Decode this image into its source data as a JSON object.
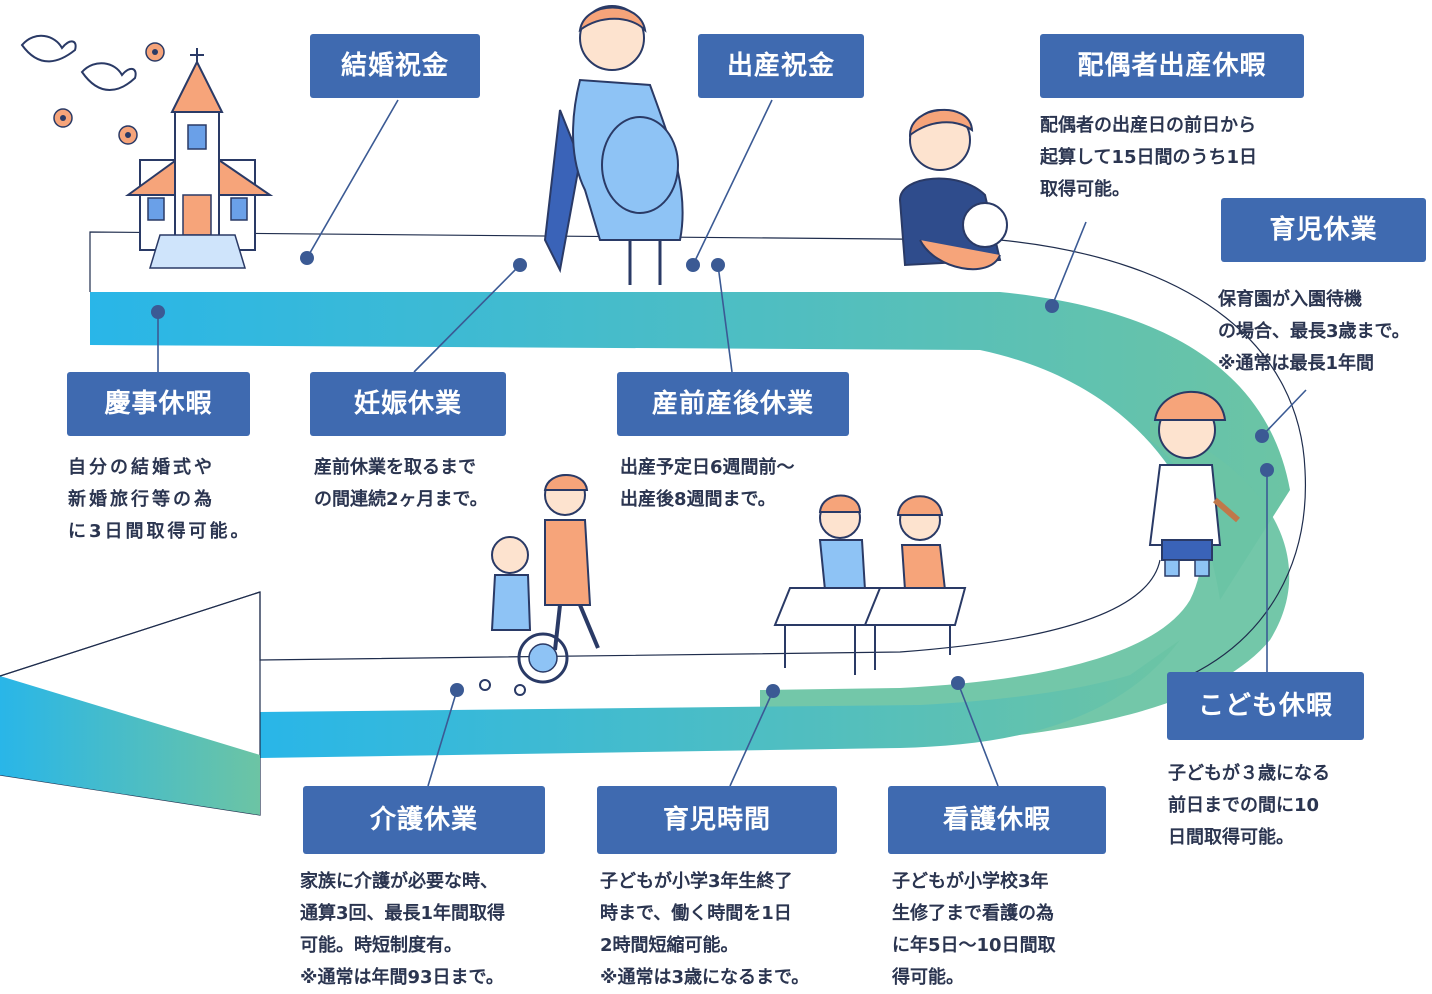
{
  "items": {
    "keiji": {
      "title": "慶事休暇",
      "lines": [
        "自分の結婚式や",
        "新婚旅行等の為",
        "に3日間取得可能。"
      ]
    },
    "kekkon": {
      "title": "結婚祝金"
    },
    "ninshin": {
      "title": "妊娠休業",
      "lines": [
        "産前休業を取るまで",
        "の間連続2ヶ月まで。"
      ]
    },
    "shussan": {
      "title": "出産祝金"
    },
    "sanzen": {
      "title": "産前産後休業",
      "lines": [
        "出産予定日6週間前～",
        "出産後8週間まで。"
      ]
    },
    "haigusha": {
      "title": "配偶者出産休暇",
      "lines": [
        "配偶者の出産日の前日から",
        "起算して15日間のうち1日",
        "取得可能。"
      ]
    },
    "ikuji_kyugyo": {
      "title": "育児休業",
      "lines": [
        "保育園が入園待機",
        "の場合、最長3歳まで。",
        "※通常は最長1年間"
      ]
    },
    "kodomo": {
      "title": "こども休暇",
      "lines": [
        "子どもが３歳になる",
        "前日までの間に10",
        "日間取得可能。"
      ]
    },
    "kango": {
      "title": "看護休暇",
      "lines": [
        "子どもが小学校3年",
        "生修了まで看護の為",
        "に年5日～10日間取",
        "得可能。"
      ]
    },
    "ikuji_jikan": {
      "title": "育児時間",
      "lines": [
        "子どもが小学3年生終了",
        "時まで、働く時間を1日",
        "2時間短縮可能。",
        "※通常は3歳になるまで。"
      ]
    },
    "kaigo": {
      "title": "介護休業",
      "lines": [
        "家族に介護が必要な時、",
        "通算3回、最長1年間取得",
        "可能。時短制度有。",
        "※通常は年間93日まで。"
      ]
    }
  },
  "colors": {
    "label_bg": "#3f6ab0",
    "arrow_start": "#29b6e8",
    "arrow_end": "#6cc4a4",
    "dot": "#3b5a94",
    "line": "#3b5a94"
  }
}
